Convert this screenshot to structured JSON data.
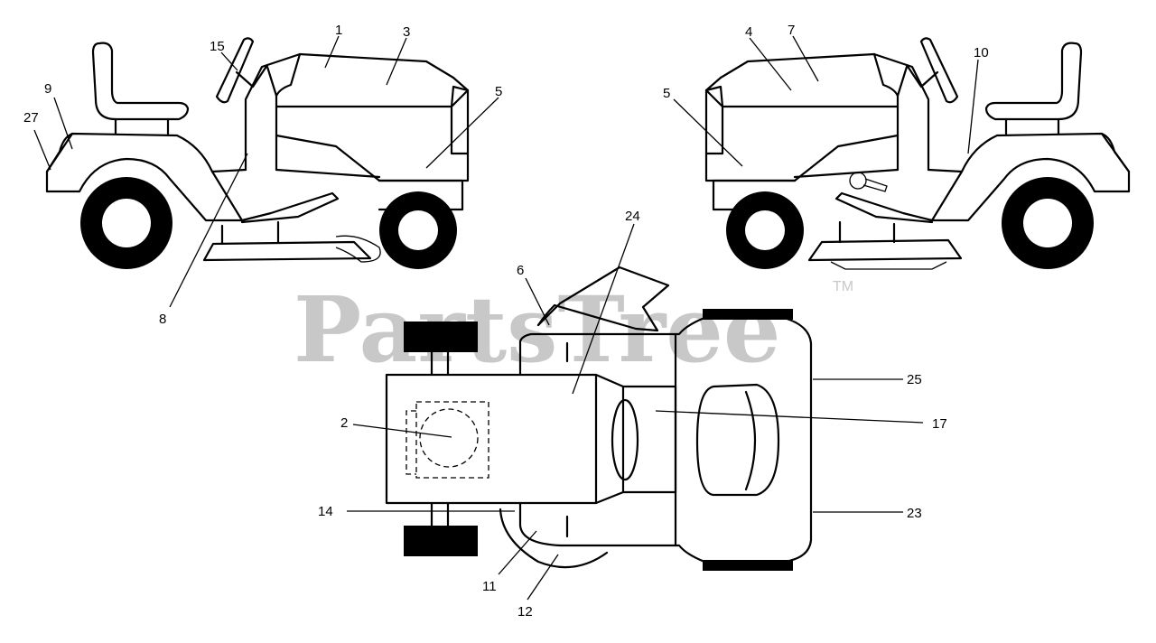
{
  "callouts": {
    "c1": "1",
    "c2": "2",
    "c3": "3",
    "c4": "4",
    "c5a": "5",
    "c5b": "5",
    "c6": "6",
    "c7": "7",
    "c8": "8",
    "c9": "9",
    "c10": "10",
    "c11": "11",
    "c12": "12",
    "c14": "14",
    "c15": "15",
    "c17": "17",
    "c23": "23",
    "c24": "24",
    "c25": "25",
    "c27": "27"
  },
  "watermark": {
    "text": "PartsTree",
    "mark": "TM"
  }
}
